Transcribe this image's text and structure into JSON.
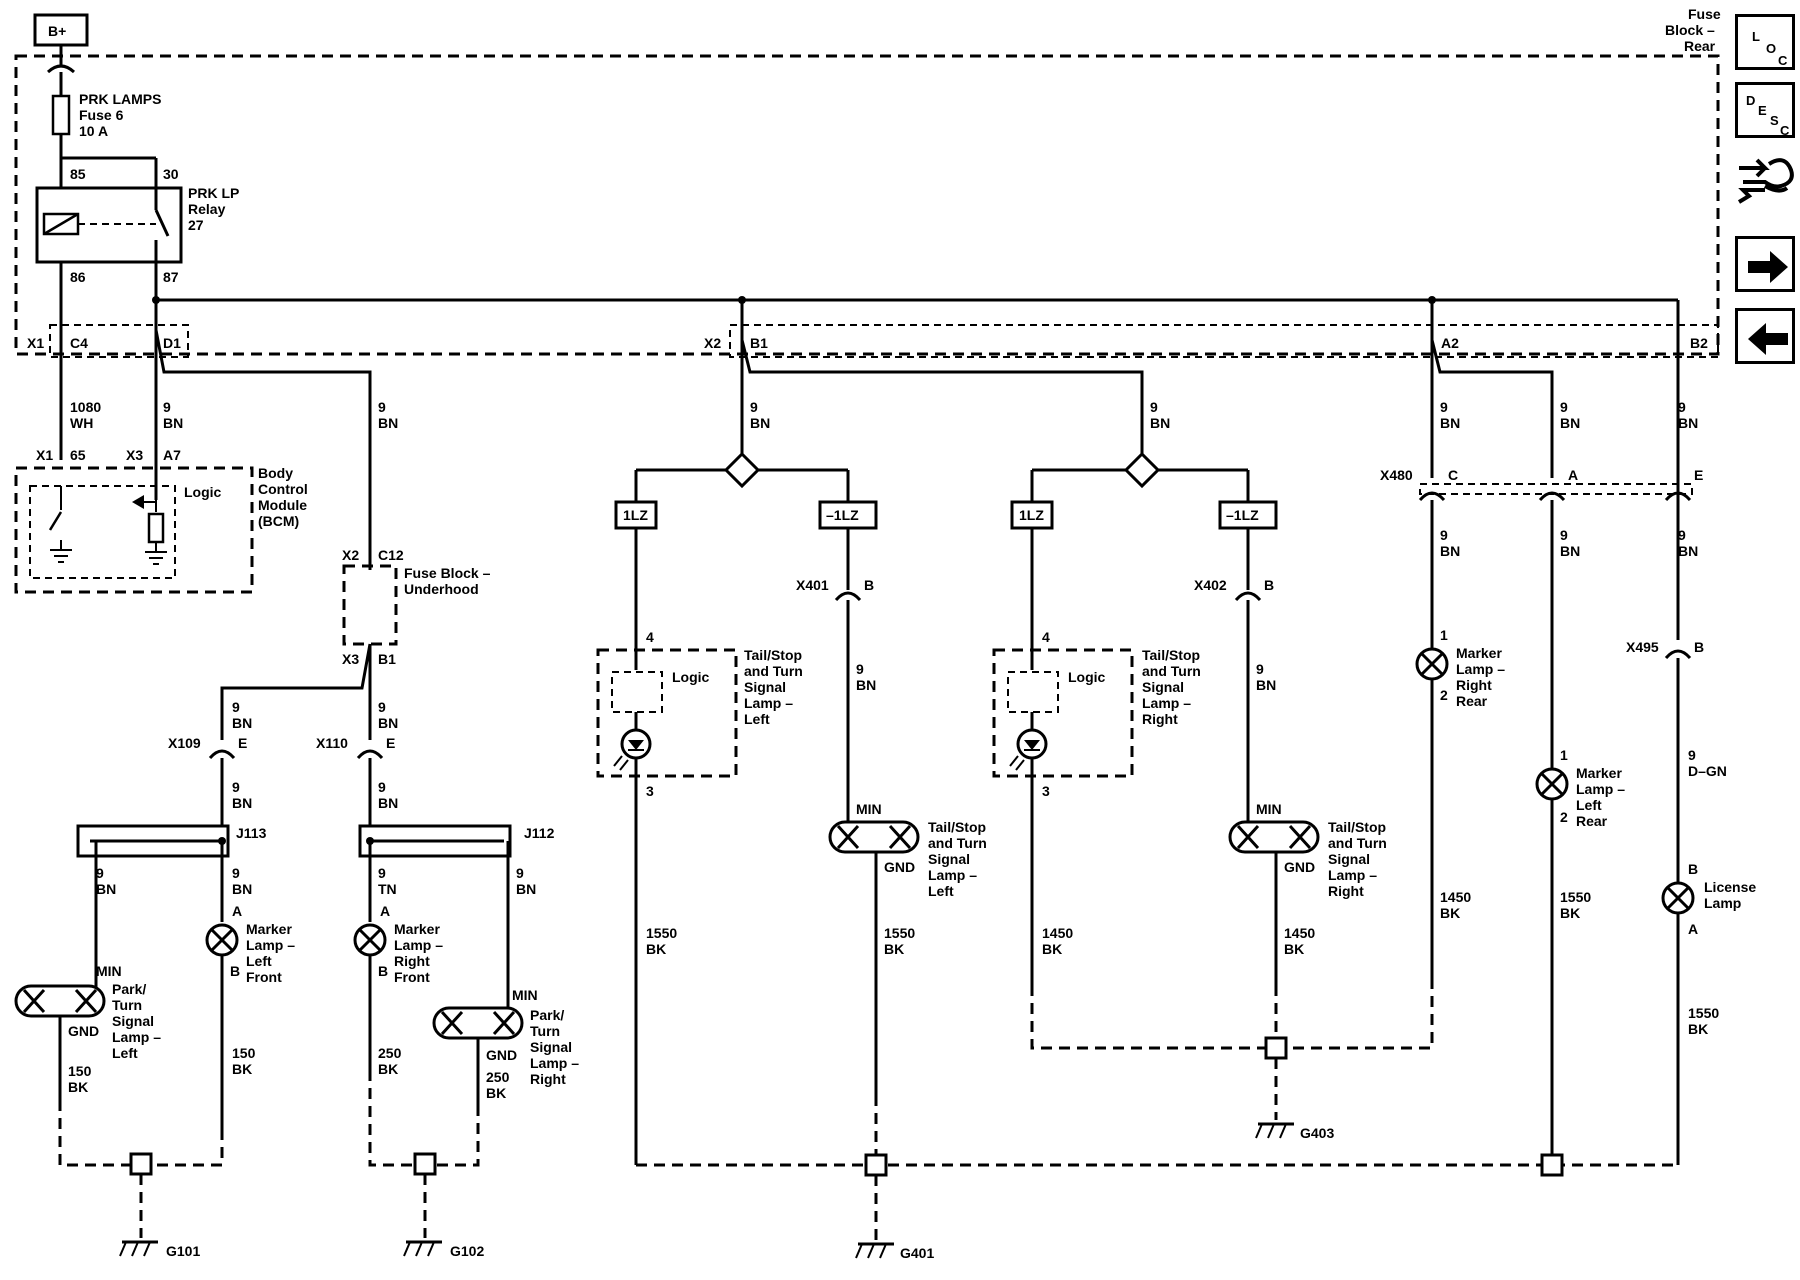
{
  "supply": {
    "label": "B+"
  },
  "fuse_block_rear": {
    "title_l1": "Fuse",
    "title_l2": "Block –",
    "title_l3": "Rear"
  },
  "prk_fuse": {
    "name": "PRK LAMPS",
    "fuse": "Fuse 6",
    "amps": "10 A"
  },
  "prk_relay": {
    "name_l1": "PRK LP",
    "name_l2": "Relay",
    "name_l3": "27",
    "pin85": "85",
    "pin30": "30",
    "pin86": "86",
    "pin87": "87"
  },
  "x1_c4": {
    "conn": "X1",
    "pin": "C4"
  },
  "d1": {
    "pin": "D1"
  },
  "x2_b1": {
    "conn": "X2",
    "pin": "B1"
  },
  "a2": {
    "pin": "A2"
  },
  "b2": {
    "pin": "B2"
  },
  "wire_1080": {
    "num": "1080",
    "color": "WH"
  },
  "wire_9bn": {
    "num": "9",
    "color": "BN"
  },
  "bcm": {
    "name_l1": "Body",
    "name_l2": "Control",
    "name_l3": "Module",
    "name_l4": "(BCM)",
    "logic": "Logic",
    "x1": "X1",
    "pin65": "65",
    "x3": "X3",
    "pinA7": "A7"
  },
  "fuse_block_underhood": {
    "x2": "X2",
    "c12": "C12",
    "name_l1": "Fuse Block –",
    "name_l2": "Underhood",
    "x3": "X3",
    "b1": "B1"
  },
  "x109": {
    "conn": "X109",
    "pin": "E"
  },
  "x110": {
    "conn": "X110",
    "pin": "E"
  },
  "j113": {
    "label": "J113"
  },
  "j112": {
    "label": "J112"
  },
  "wire_9tn": {
    "num": "9",
    "color": "TN"
  },
  "marker_lf": {
    "l1": "Marker",
    "l2": "Lamp –",
    "l3": "Left",
    "l4": "Front",
    "pinA": "A",
    "pinB": "B"
  },
  "marker_rf": {
    "l1": "Marker",
    "l2": "Lamp –",
    "l3": "Right",
    "l4": "Front",
    "pinA": "A",
    "pinB": "B"
  },
  "park_left": {
    "min": "MIN",
    "gnd": "GND",
    "l1": "Park/",
    "l2": "Turn",
    "l3": "Signal",
    "l4": "Lamp –",
    "l5": "Left"
  },
  "park_right": {
    "min": "MIN",
    "gnd": "GND",
    "l1": "Park/",
    "l2": "Turn",
    "l3": "Signal",
    "l4": "Lamp –",
    "l5": "Right"
  },
  "wire_150": {
    "num": "150",
    "color": "BK"
  },
  "wire_250": {
    "num": "250",
    "color": "BK"
  },
  "wire_1550": {
    "num": "1550",
    "color": "BK"
  },
  "wire_1450": {
    "num": "1450",
    "color": "BK"
  },
  "wire_dgn": {
    "num": "9",
    "color": "D–GN"
  },
  "mod_1lz": "1LZ",
  "mod_neg1lz": "–1LZ",
  "x401": {
    "conn": "X401",
    "pin": "B"
  },
  "x402": {
    "conn": "X402",
    "pin": "B"
  },
  "tail_led_left": {
    "pin4": "4",
    "pin3": "3",
    "logic": "Logic",
    "l1": "Tail/Stop",
    "l2": "and Turn",
    "l3": "Signal",
    "l4": "Lamp –",
    "l5": "Left"
  },
  "tail_led_right": {
    "pin4": "4",
    "pin3": "3",
    "logic": "Logic",
    "l1": "Tail/Stop",
    "l2": "and Turn",
    "l3": "Signal",
    "l4": "Lamp –",
    "l5": "Right"
  },
  "tail_bulb_left": {
    "min": "MIN",
    "gnd": "GND",
    "l1": "Tail/Stop",
    "l2": "and Turn",
    "l3": "Signal",
    "l4": "Lamp –",
    "l5": "Left"
  },
  "tail_bulb_right": {
    "min": "MIN",
    "gnd": "GND",
    "l1": "Tail/Stop",
    "l2": "and Turn",
    "l3": "Signal",
    "l4": "Lamp –",
    "l5": "Right"
  },
  "x480": {
    "conn": "X480",
    "pinC": "C",
    "pinA": "A",
    "pinE": "E"
  },
  "marker_rr": {
    "pin1": "1",
    "pin2": "2",
    "l1": "Marker",
    "l2": "Lamp –",
    "l3": "Right",
    "l4": "Rear"
  },
  "marker_lr": {
    "pin1": "1",
    "pin2": "2",
    "l1": "Marker",
    "l2": "Lamp –",
    "l3": "Left",
    "l4": "Rear"
  },
  "x495": {
    "conn": "X495",
    "pin": "B"
  },
  "license": {
    "pinB": "B",
    "pinA": "A",
    "l1": "License",
    "l2": "Lamp"
  },
  "grounds": {
    "g101": "G101",
    "g102": "G102",
    "g401": "G401",
    "g403": "G403"
  },
  "nav": {
    "loc": {
      "l": "L",
      "o": "O",
      "c": "C"
    },
    "desc": {
      "d": "D",
      "e": "E",
      "s": "S",
      "c": "C"
    },
    "icons": [
      "connector-harness-icon",
      "arrow-right-icon",
      "arrow-left-icon"
    ]
  }
}
